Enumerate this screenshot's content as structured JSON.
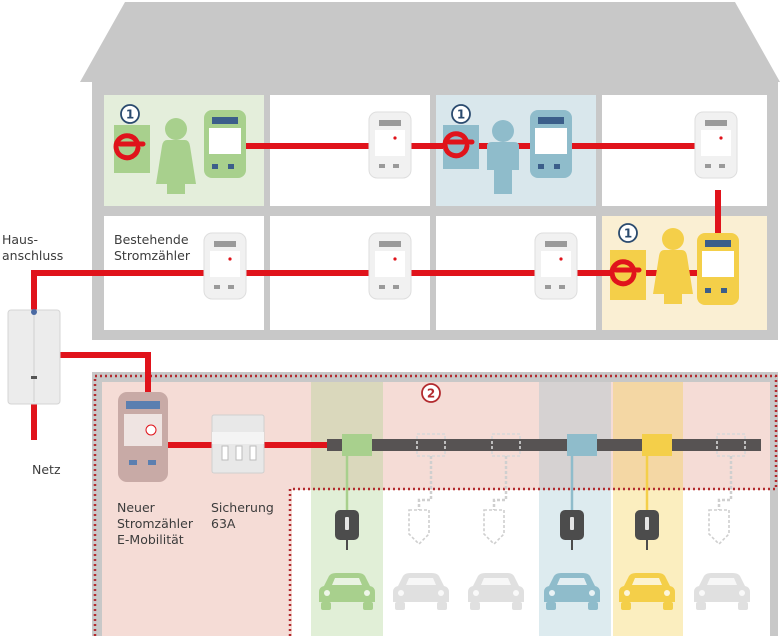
{
  "labels": {
    "haus_anschluss": "Haus-\nanschluss",
    "netz": "Netz",
    "bestehende": "Bestehende\nStromzähler",
    "neuer_zaehler": "Neuer\nStromzähler\nE-Mobilität",
    "sicherung": "Sicherung\n63A"
  },
  "markers": {
    "one": "1",
    "two": "2"
  },
  "colors": {
    "house": "#c8c8c8",
    "power_line": "#e0131b",
    "bus": "#575353",
    "green": "#a8d08d",
    "blue": "#8fbccb",
    "yellow": "#f4cf49",
    "garage_fill": "#f5dcd6",
    "dotted_border": "#b22a2e"
  },
  "icons": [
    "apartment-owner-icon",
    "energy-provider-logo-icon",
    "meter-icon",
    "wallbox-icon",
    "car-icon",
    "fuse-icon",
    "house-connection-icon"
  ]
}
